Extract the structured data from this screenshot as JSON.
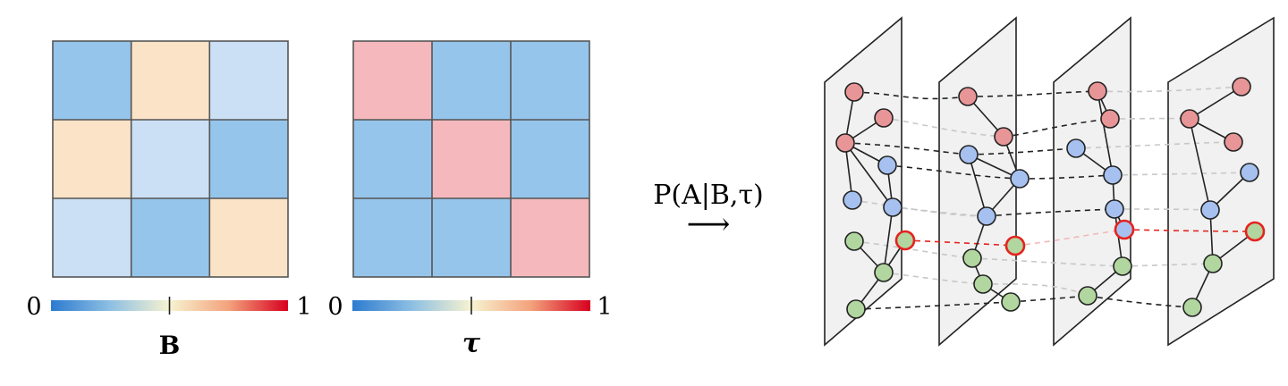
{
  "colors": {
    "blue_deep": "#96c5eb",
    "blue_light": "#cbe0f5",
    "peach": "#fbe3c7",
    "pink": "#f5b9bd",
    "node_red": "#e89597",
    "node_blue": "#a6c1f0",
    "node_green": "#b1d69f",
    "highlight": "#e5231f",
    "layer_fill": "#f1f1f1"
  },
  "matrix_B": {
    "label": "B",
    "scale_min": "0",
    "scale_max": "1",
    "cells": [
      [
        "blue_deep",
        "peach",
        "blue_light"
      ],
      [
        "peach",
        "blue_light",
        "blue_deep"
      ],
      [
        "blue_light",
        "blue_deep",
        "peach"
      ]
    ]
  },
  "matrix_tau": {
    "label": "τ",
    "scale_min": "0",
    "scale_max": "1",
    "cells": [
      [
        "pink",
        "blue_deep",
        "blue_deep"
      ],
      [
        "blue_deep",
        "pink",
        "blue_deep"
      ],
      [
        "blue_deep",
        "blue_deep",
        "pink"
      ]
    ]
  },
  "formula": {
    "text": "P(A|B,τ)",
    "arrow": "⟶"
  },
  "network": {
    "layer_count": 4
  }
}
